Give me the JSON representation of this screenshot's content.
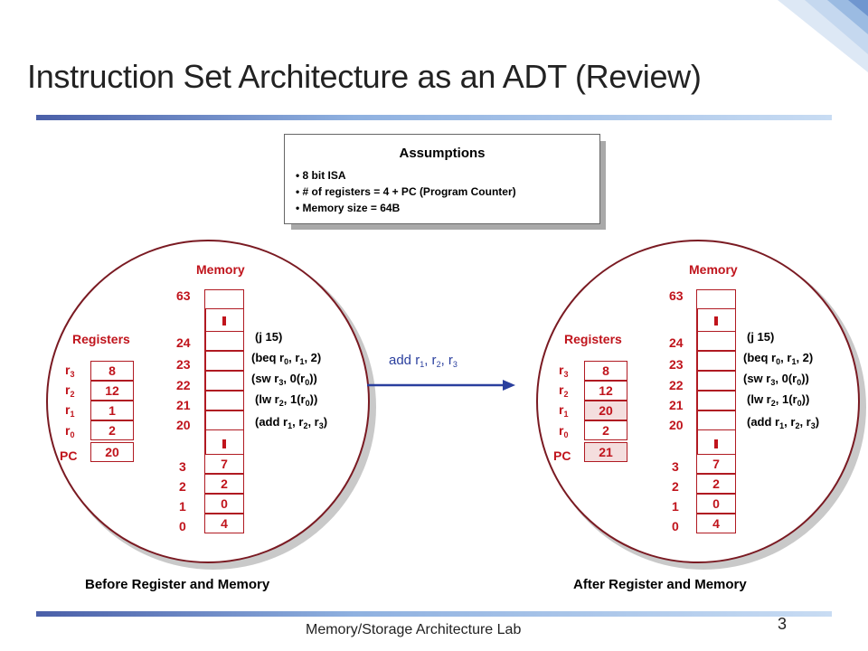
{
  "slide": {
    "title": "Instruction Set Architecture as an ADT (Review)",
    "footer": "Memory/Storage Architecture Lab",
    "page_number": "3"
  },
  "assumptions": {
    "title": "Assumptions",
    "items": [
      "8 bit ISA",
      "# of registers = 4 + PC (Program Counter)",
      "Memory size = 64B"
    ]
  },
  "operation": {
    "mnemonic": "add",
    "args": [
      "r",
      "1",
      ", r",
      "2",
      ", r",
      "3"
    ]
  },
  "before": {
    "caption": "Before Register and Memory",
    "registers_label": "Registers",
    "memory_label": "Memory",
    "registers": [
      {
        "name": "r",
        "sub": "3",
        "value": "8"
      },
      {
        "name": "r",
        "sub": "2",
        "value": "12"
      },
      {
        "name": "r",
        "sub": "1",
        "value": "1"
      },
      {
        "name": "r",
        "sub": "0",
        "value": "2"
      },
      {
        "name": "PC",
        "sub": "",
        "value": "20"
      }
    ],
    "addresses": [
      "63",
      "24",
      "23",
      "22",
      "21",
      "20",
      "3",
      "2",
      "1",
      "0"
    ],
    "low_memory": [
      "7",
      "2",
      "0",
      "4"
    ],
    "instructions": [
      "(j 15)",
      "(beq r0, r1, 2)",
      "(sw r3, 0(r0))",
      "(lw r2, 1(r0))",
      "(add r1, r2, r3)"
    ]
  },
  "after": {
    "caption": "After Register and Memory",
    "registers_label": "Registers",
    "memory_label": "Memory",
    "registers": [
      {
        "name": "r",
        "sub": "3",
        "value": "8"
      },
      {
        "name": "r",
        "sub": "2",
        "value": "12"
      },
      {
        "name": "r",
        "sub": "1",
        "value": "20"
      },
      {
        "name": "r",
        "sub": "0",
        "value": "2"
      },
      {
        "name": "PC",
        "sub": "",
        "value": "21"
      }
    ],
    "addresses": [
      "63",
      "24",
      "23",
      "22",
      "21",
      "20",
      "3",
      "2",
      "1",
      "0"
    ],
    "low_memory": [
      "7",
      "2",
      "0",
      "4"
    ],
    "instructions": [
      "(j 15)",
      "(beq r0, r1, 2)",
      "(sw r3, 0(r0))",
      "(lw r2, 1(r0))",
      "(add r1, r2, r3)"
    ]
  },
  "colors": {
    "accent": "#c0141c",
    "circle_border": "#7a1a22",
    "arrow": "#2a3f9e"
  }
}
